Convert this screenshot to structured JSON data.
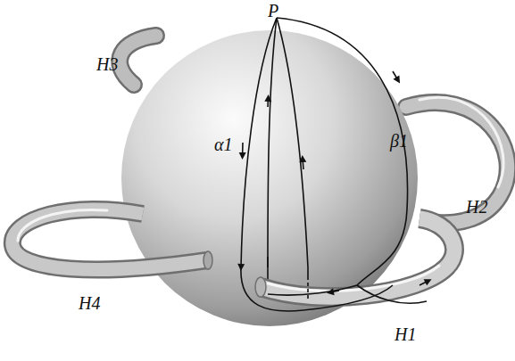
{
  "diagram": {
    "labels": [
      "P",
      "α1",
      "β1",
      "H3",
      "H2",
      "H4",
      "H1"
    ]
  }
}
